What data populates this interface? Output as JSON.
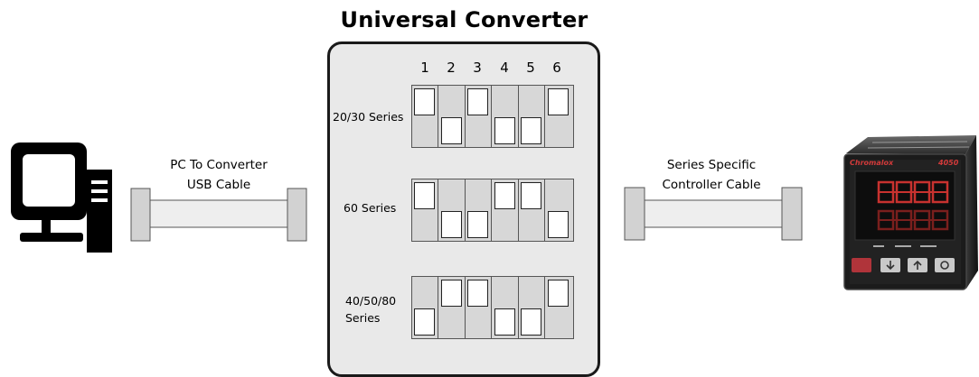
{
  "title": "Universal Converter",
  "left_cable": {
    "line1": "PC To Converter",
    "line2": "USB Cable"
  },
  "right_cable": {
    "line1": "Series Specific",
    "line2": "Controller Cable"
  },
  "switch_numbers": [
    "1",
    "2",
    "3",
    "4",
    "5",
    "6"
  ],
  "rows": [
    {
      "label": "20/30 Series",
      "label2": "",
      "states": [
        "up",
        "down",
        "up",
        "down",
        "down",
        "up"
      ]
    },
    {
      "label": "60 Series",
      "label2": "",
      "states": [
        "up",
        "down",
        "down",
        "up",
        "up",
        "down"
      ]
    },
    {
      "label": "40/50/80",
      "label2": "Series",
      "states": [
        "down",
        "up",
        "up",
        "down",
        "down",
        "up"
      ]
    }
  ],
  "controller": {
    "brand": "Chromalox",
    "model": "4050"
  }
}
